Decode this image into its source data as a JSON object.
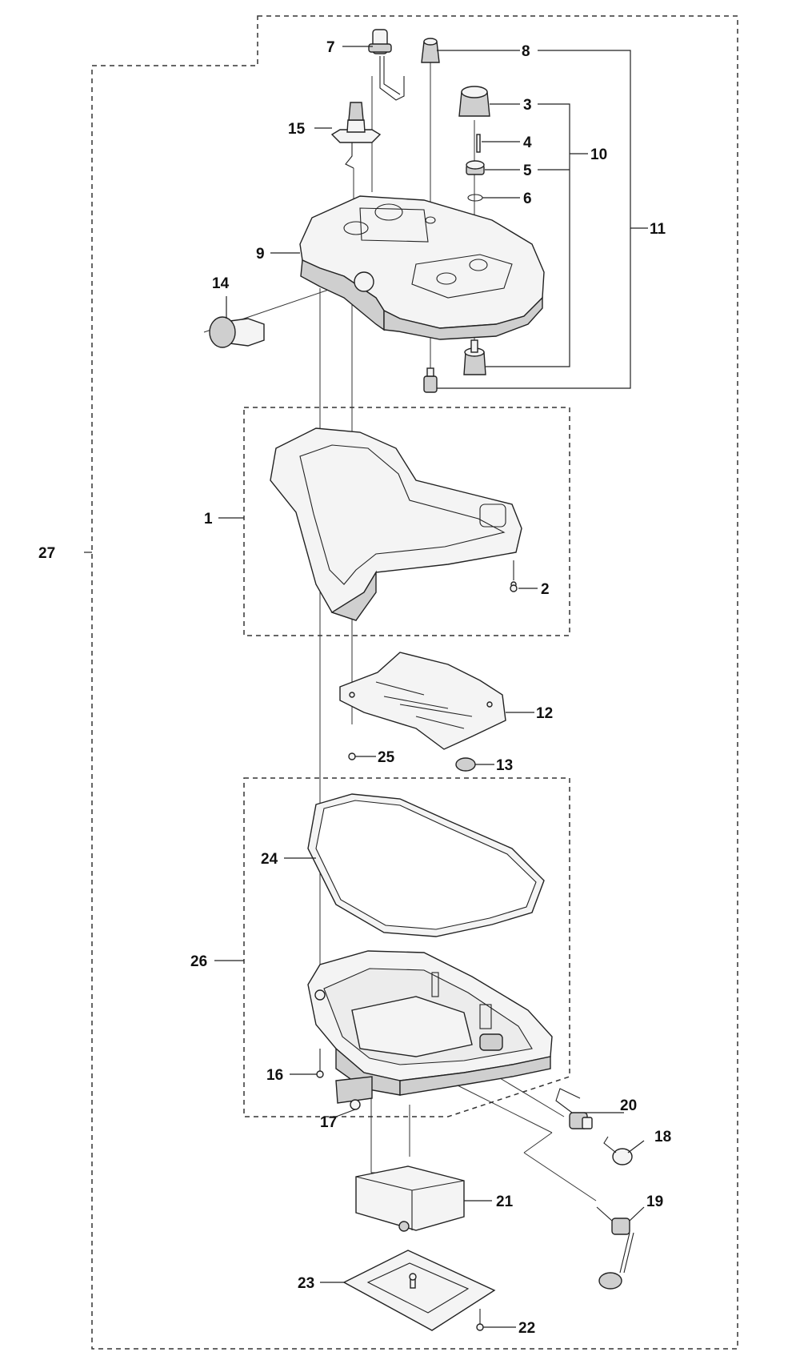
{
  "callouts": {
    "c1": "1",
    "c2": "2",
    "c3": "3",
    "c4": "4",
    "c5": "5",
    "c6": "6",
    "c7": "7",
    "c8": "8",
    "c9": "9",
    "c10": "10",
    "c11": "11",
    "c12": "12",
    "c13": "13",
    "c14": "14",
    "c15": "15",
    "c16": "16",
    "c17": "17",
    "c18": "18",
    "c19": "19",
    "c20": "20",
    "c21": "21",
    "c22": "22",
    "c23": "23",
    "c24": "24",
    "c25": "25",
    "c26": "26",
    "c27": "27"
  },
  "colors": {
    "line": "#222222",
    "part_fill": "#f4f4f4",
    "part_shade": "#cfcfcf",
    "background": "#ffffff"
  }
}
